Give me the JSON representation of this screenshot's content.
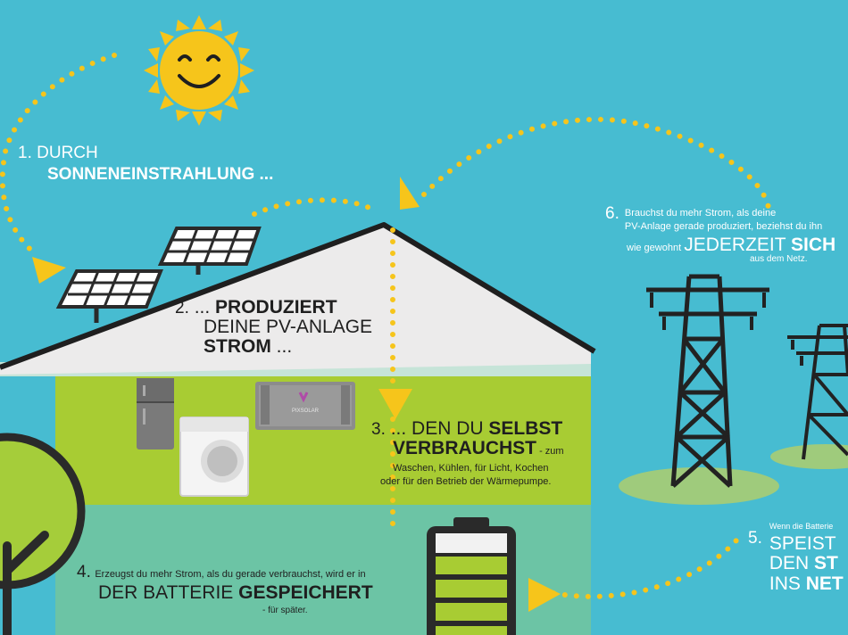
{
  "step1": {
    "num": "1.",
    "line1": "DURCH",
    "line2": "SONNENEINSTRAHLUNG ..."
  },
  "step2": {
    "num": "2.",
    "line1_a": "... ",
    "line1_b": "PRODUZIERT",
    "line2": "DEINE PV-ANLAGE",
    "line3": "STROM",
    "line3_rest": " ..."
  },
  "step3": {
    "num": "3.",
    "line1_a": "... DEN DU ",
    "line1_b": "SELBST",
    "line2_b": "VERBRAUCHST",
    "line2_rest": " - zum",
    "line3": "Waschen, Kühlen, für Licht, Kochen",
    "line4": "oder für den Betrieb der Wärmepumpe."
  },
  "step4": {
    "num": "4.",
    "line1": "Erzeugst du mehr Strom, als du gerade verbrauchst, wird er in",
    "line2_a": "DER BATTERIE ",
    "line2_b": "GESPEICHERT",
    "line3": "- für später."
  },
  "step5": {
    "num": "5.",
    "line1": "Wenn die Batterie",
    "line2": "SPEIST",
    "line3_a": "DEN ",
    "line3_b": "ST",
    "line4_a": "INS ",
    "line4_b": "NET"
  },
  "step6": {
    "num": "6.",
    "line1": "Brauchst du mehr Strom, als deine",
    "line2": "PV-Anlage gerade produziert, beziehst du ihn",
    "line3_a": "wie gewohnt ",
    "line3_b": "JEDERZEIT ",
    "line3_c": "SICH",
    "line4": "aus dem Netz."
  },
  "battery_brand": "PIXSOLAR",
  "colors": {
    "sky": "#47bcd1",
    "yellow": "#f6c51b",
    "green_light": "#a8cc33",
    "green_house": "#6cc4a5",
    "tree_green": "#a5cd3a",
    "roof": "#ecebeb",
    "dark": "#2a2a2a"
  },
  "icons": [
    "sun-icon",
    "solar-panel-icon",
    "fridge-icon",
    "washing-machine-icon",
    "home-battery-icon",
    "battery-level-icon",
    "power-pylon-icon",
    "tree-icon",
    "arrow-icon"
  ]
}
